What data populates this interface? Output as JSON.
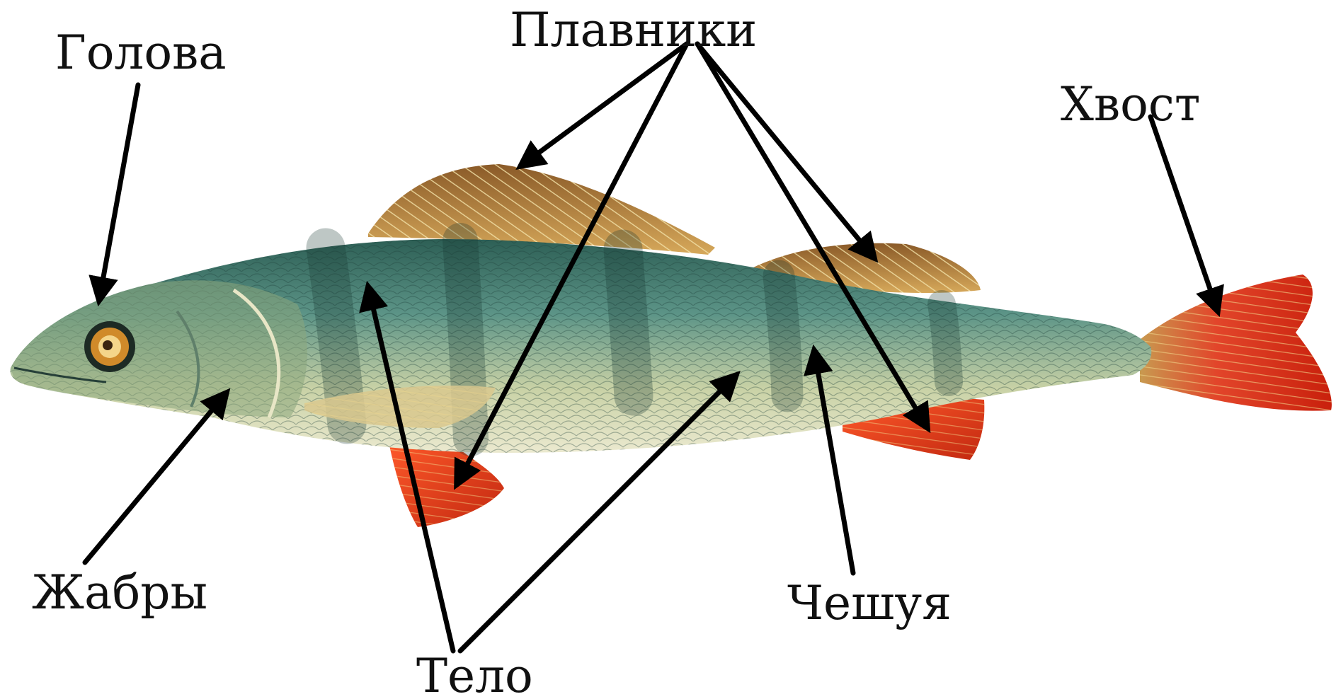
{
  "labels": {
    "head": "Голова",
    "fins": "Плавники",
    "tail": "Хвост",
    "gills": "Жабры",
    "body": "Тело",
    "scales": "Чешуя"
  },
  "colors": {
    "background": "#ffffff",
    "arrow": "#000000",
    "body_back": "#2f6b5e",
    "body_belly": "#e4e6c4",
    "fin_dorsal": "#b97a3a",
    "fin_red": "#e0401f",
    "eye": "#d08a2a"
  }
}
